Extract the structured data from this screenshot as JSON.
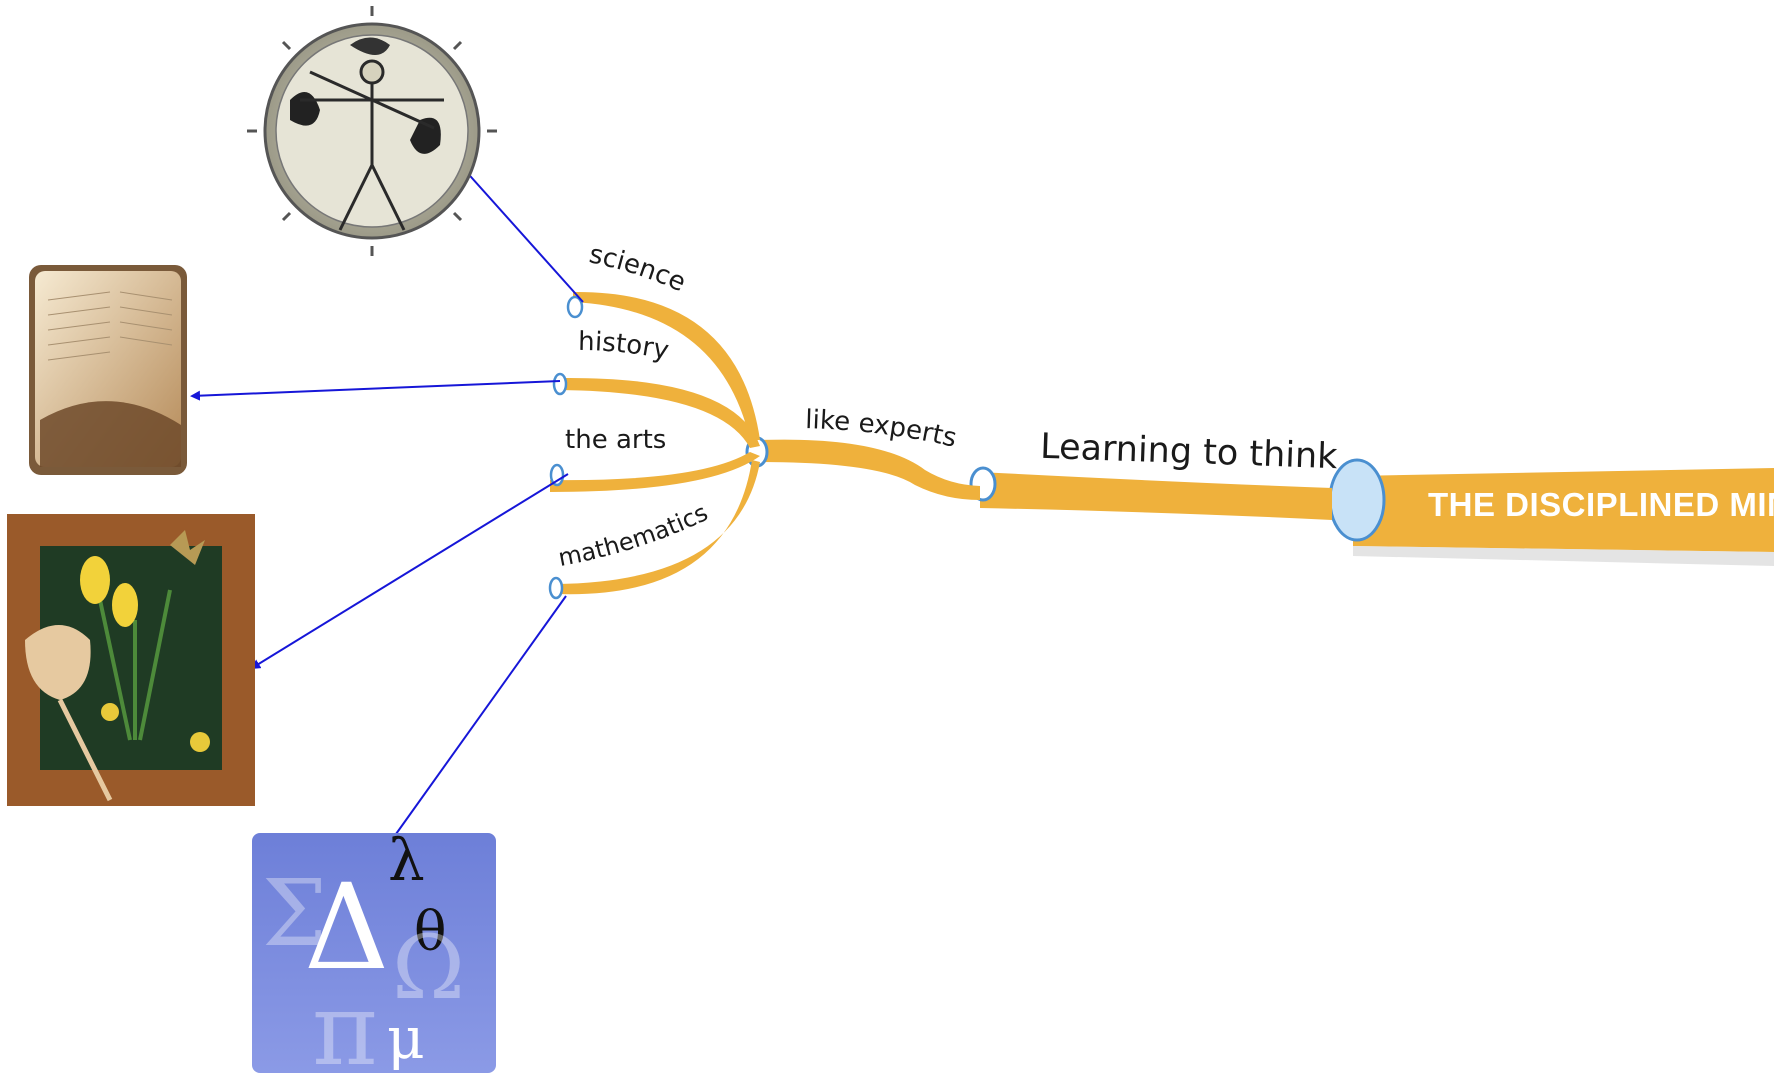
{
  "root": {
    "label": "THE DISCIPLINED MIND"
  },
  "branch": {
    "label": "Learning to think"
  },
  "sub_branch": {
    "label": "like experts"
  },
  "disciplines": [
    {
      "label": "science",
      "image": "vitruvian-man-cell-icon"
    },
    {
      "label": "history",
      "image": "open-book-icon"
    },
    {
      "label": "the arts",
      "image": "framed-flower-art-icon"
    },
    {
      "label": "mathematics",
      "image": "greek-math-symbols-icon"
    }
  ],
  "math_symbols": [
    "Σ",
    "Δ",
    "λ",
    "θ",
    "Ω",
    "π",
    "μ"
  ],
  "colors": {
    "branch": "#efb13c",
    "node_fill": "#c8e2f7",
    "node_stroke": "#4a8fd0",
    "arrow": "#1616d8",
    "root_text": "#ffffff"
  }
}
